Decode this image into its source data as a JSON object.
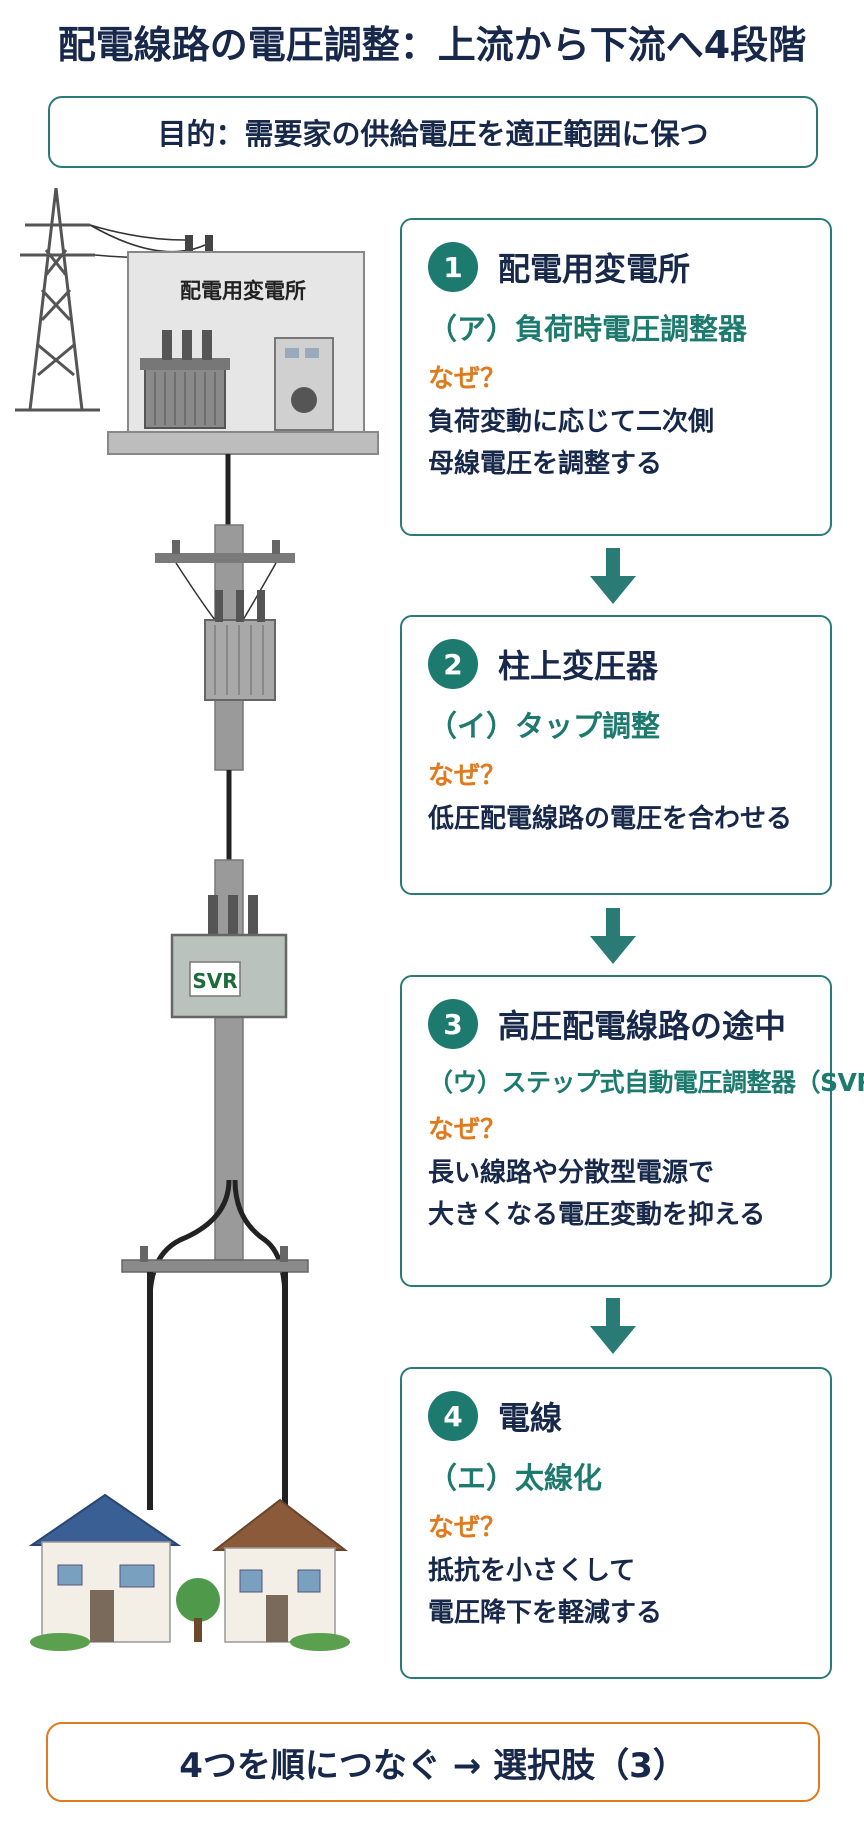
{
  "title": "配電線路の電圧調整：上流から下流へ4段階",
  "purpose": "目的：需要家の供給電圧を適正範囲に保つ",
  "illustration": {
    "substation_label": "配電用変電所",
    "svr_label": "SVR"
  },
  "steps": [
    {
      "num": "1",
      "location": "配電用変電所",
      "device": "（ア）負荷時電圧調整器",
      "why": "なぜ？",
      "reason_lines": [
        "負荷変動に応じて二次側",
        "母線電圧を調整する"
      ]
    },
    {
      "num": "2",
      "location": "柱上変圧器",
      "device": "（イ）タップ調整",
      "why": "なぜ？",
      "reason_lines": [
        "低圧配電線路の電圧を合わせる"
      ]
    },
    {
      "num": "3",
      "location": "高圧配電線路の途中",
      "device": "（ウ）ステップ式自動電圧調整器（SVR）",
      "why": "なぜ？",
      "reason_lines": [
        "長い線路や分散型電源で",
        "大きくなる電圧変動を抑える"
      ]
    },
    {
      "num": "4",
      "location": "電線",
      "device": "（エ）太線化",
      "why": "なぜ？",
      "reason_lines": [
        "抵抗を小さくして",
        "電圧降下を軽減する"
      ]
    }
  ],
  "conclusion": "4つを順につなぐ → 選択肢（3）",
  "colors": {
    "teal": "#1d7a6e",
    "navy": "#17284a",
    "orange": "#e07a1e",
    "border": "#2a7a76"
  }
}
